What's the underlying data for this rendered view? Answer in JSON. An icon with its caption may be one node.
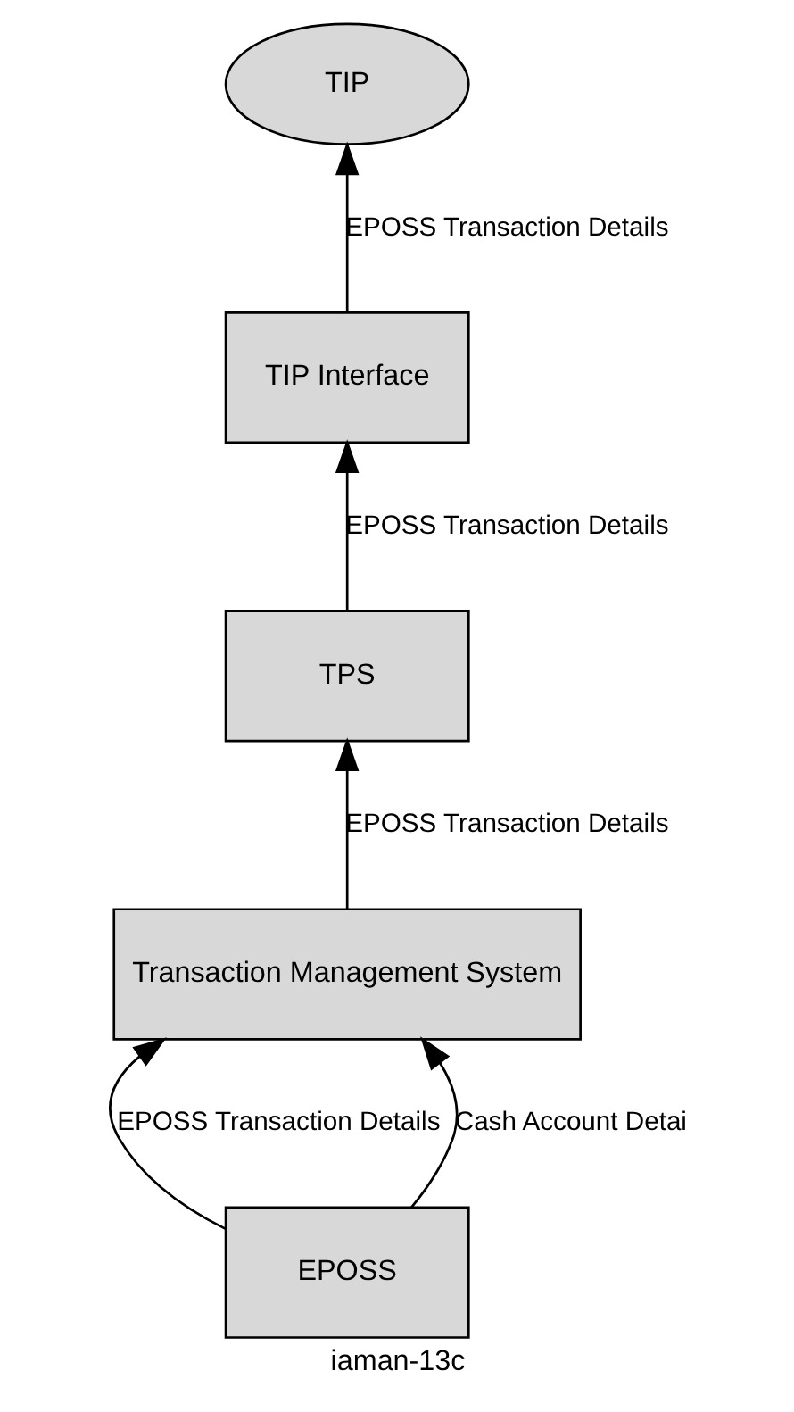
{
  "diagram": {
    "caption": "iaman-13c",
    "nodes": [
      {
        "text": [
          "TIP"
        ]
      },
      {
        "text": [
          "TIP Interface"
        ]
      },
      {
        "text": [
          "TPS"
        ]
      },
      {
        "text": [
          "Transaction Management System"
        ]
      },
      {
        "text": [
          "EPOSS"
        ]
      }
    ],
    "edges": [
      {
        "from": 1,
        "to": 0,
        "arrow": "to",
        "label": "EPOSS Transaction Details"
      },
      {
        "from": 2,
        "to": 1,
        "arrow": "to",
        "label": "EPOSS Transaction Details"
      },
      {
        "from": 3,
        "to": 2,
        "arrow": "to",
        "label": "EPOSS Transaction Details"
      },
      {
        "from": 4,
        "to": 3,
        "arrow": "to",
        "label": "EPOSS Transaction Details"
      },
      {
        "from": 4,
        "to": 3,
        "arrow": "to",
        "label": "Cash Account Detai"
      }
    ]
  }
}
